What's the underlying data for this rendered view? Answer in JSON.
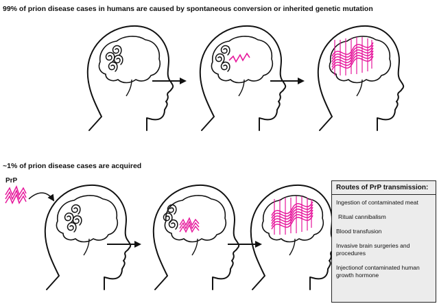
{
  "top_heading": "99% of prion disease cases in humans are caused by spontaneous conversion or inherited genetic mutation",
  "bottom_heading": "~1% of prion disease cases are acquired",
  "prp_label": "PrP",
  "routes_box": {
    "title": "Routes of PrP transmission:",
    "items": [
      "Ingestion of contaminated meat",
      "Ritual cannibalism",
      "Blood transfusion",
      "Invasive brain surgeries and procedures",
      "Injectionof contaminated human growth hormone"
    ]
  },
  "colors": {
    "prion": "#e6169b",
    "line": "#111111",
    "box_bg": "#ececec"
  }
}
